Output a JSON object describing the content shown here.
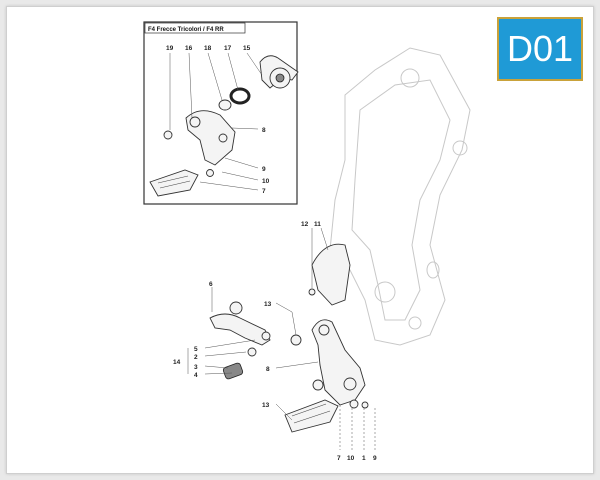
{
  "badge": {
    "code": "D01"
  },
  "inset": {
    "title": "F4 Frecce Tricolori / F4 RR",
    "callouts": [
      "19",
      "16",
      "18",
      "17",
      "15",
      "8",
      "9",
      "10",
      "7"
    ]
  },
  "main": {
    "callouts": [
      "12",
      "11",
      "6",
      "13",
      "5",
      "2",
      "14",
      "3",
      "4",
      "8",
      "13",
      "7",
      "10",
      "1",
      "9"
    ]
  },
  "colors": {
    "badge_bg": "#1f9ad6",
    "badge_border": "#c9a23a",
    "frame_bg": "#ffffff",
    "page_bg": "#e9e9e9"
  }
}
